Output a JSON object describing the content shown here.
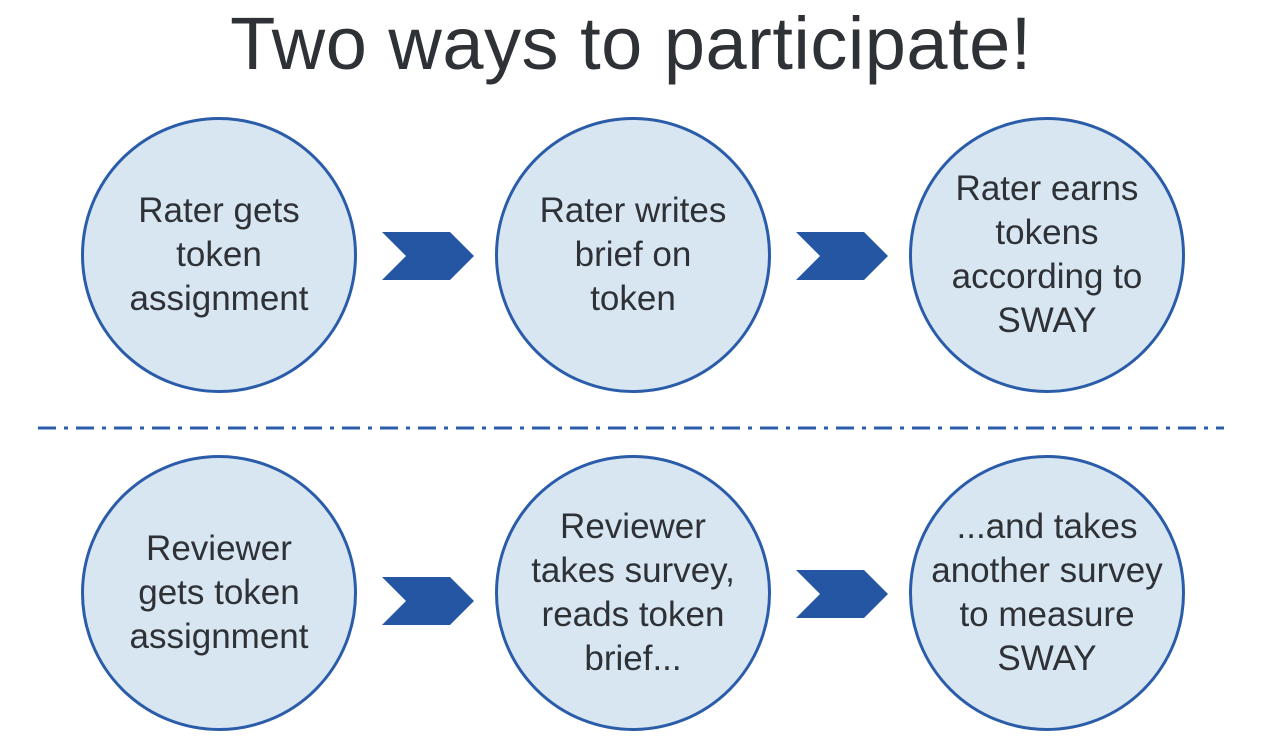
{
  "title": "Two ways to participate!",
  "flows": [
    {
      "name": "rater",
      "steps": [
        "Rater gets\ntoken\nassignment",
        "Rater writes\nbrief on\ntoken",
        "Rater earns\ntokens\naccording to\nSWAY"
      ]
    },
    {
      "name": "reviewer",
      "steps": [
        "Reviewer\ngets token\nassignment",
        "Reviewer\ntakes survey,\nreads token\nbrief...",
        "...and takes\nanother survey\nto measure\nSWAY"
      ]
    }
  ],
  "colors": {
    "circle_fill": "#d8e6f1",
    "circle_border": "#2a5ca9",
    "arrow": "#2456a4",
    "divider": "#2a5ca9"
  }
}
